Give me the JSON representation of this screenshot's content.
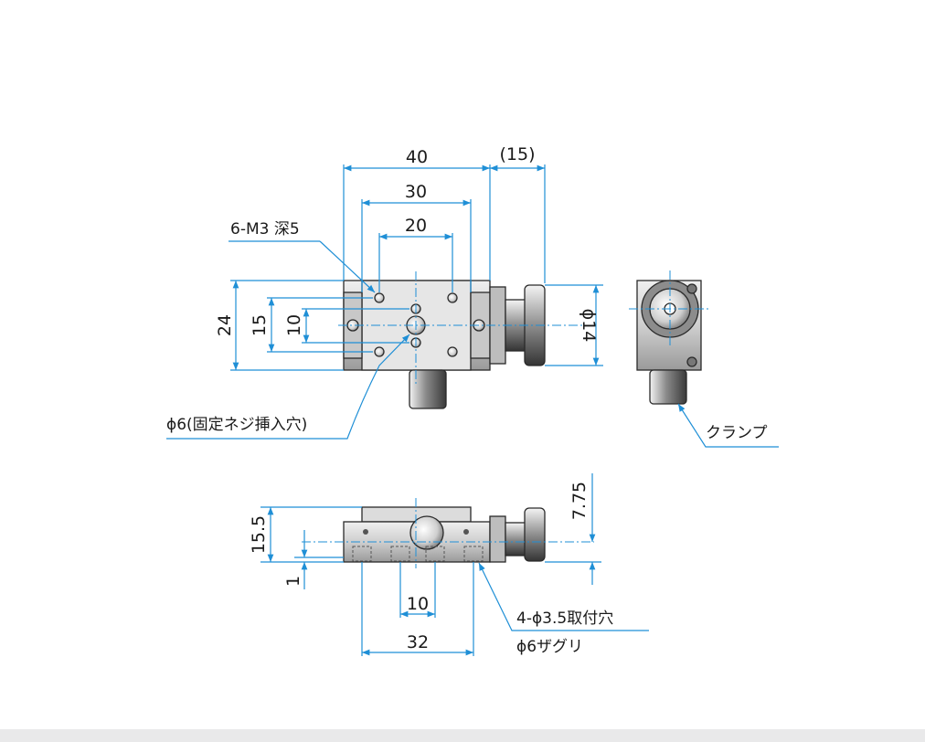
{
  "drawing": {
    "top_view": {
      "dims": {
        "width_40": "40",
        "clamp_15": "(15)",
        "pitch_30": "30",
        "pitch_20": "20",
        "height_24": "24",
        "pitch_15": "15",
        "pitch_10": "10",
        "knob_dia": "ϕ14"
      },
      "callouts": {
        "tapped_holes": "6-M3 深5",
        "fix_hole": "ϕ6(固定ネジ挿入穴)"
      }
    },
    "side_view": {
      "callouts": {
        "clamp": "クランプ"
      }
    },
    "front_view": {
      "dims": {
        "height_15_5": "15.5",
        "offset_1": "1",
        "height_7_75": "7.75",
        "pitch_10": "10",
        "pitch_32": "32"
      },
      "callouts": {
        "mount_holes": "4-ϕ3.5取付穴",
        "counterbore": "ϕ6ザグリ"
      }
    }
  },
  "colors": {
    "dimension_line": "#1f8fd6",
    "part_dark": "#4a4a4a",
    "part_light": "#d9d9d9",
    "background": "#ffffff"
  }
}
